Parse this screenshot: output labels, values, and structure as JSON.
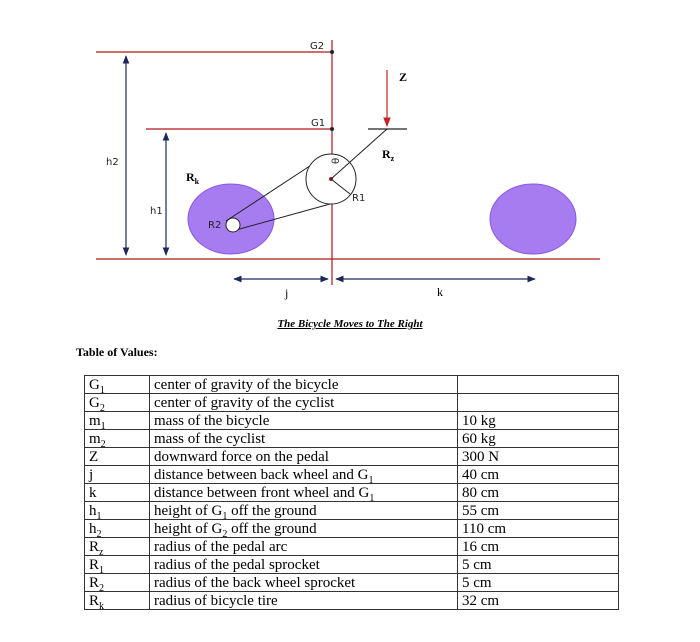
{
  "diagram": {
    "labels": {
      "G2": "G2",
      "G1": "G1",
      "Z": "Z",
      "Rz_main": "R",
      "Rz_sub": "z",
      "h2": "h2",
      "h1": "h1",
      "Rk_main": "R",
      "Rk_sub": "k",
      "R1": "R1",
      "R2": "R2",
      "theta": "θ",
      "j": "j",
      "k": "k"
    },
    "colors": {
      "guide_line": "#b01818",
      "wheel_fill": "#a77cf0",
      "wheel_stroke": "#8a55e6",
      "arrow": "#1a2b5a",
      "force_arrow": "#cc2222"
    }
  },
  "caption": "The Bicycle Moves to The Right",
  "table_heading": "Table of Values:",
  "table_rows": [
    {
      "sym": "G",
      "sub": "1",
      "desc_pre": "center of gravity of the bicycle",
      "desc_sub": "",
      "desc_post": "",
      "value": ""
    },
    {
      "sym": "G",
      "sub": "2",
      "desc_pre": "center of gravity of the cyclist",
      "desc_sub": "",
      "desc_post": "",
      "value": ""
    },
    {
      "sym": "m",
      "sub": "1",
      "desc_pre": "mass of the bicycle",
      "desc_sub": "",
      "desc_post": "",
      "value": "10 kg"
    },
    {
      "sym": "m",
      "sub": "2",
      "desc_pre": "mass of the cyclist",
      "desc_sub": "",
      "desc_post": "",
      "value": "60 kg"
    },
    {
      "sym": "Z",
      "sub": "",
      "desc_pre": "downward force on the pedal",
      "desc_sub": "",
      "desc_post": "",
      "value": "300 N"
    },
    {
      "sym": "j",
      "sub": "",
      "desc_pre": "distance between back wheel and G",
      "desc_sub": "1",
      "desc_post": "",
      "value": "40 cm"
    },
    {
      "sym": "k",
      "sub": "",
      "desc_pre": "distance between front wheel and G",
      "desc_sub": "1",
      "desc_post": "",
      "value": "80 cm"
    },
    {
      "sym": "h",
      "sub": "1",
      "desc_pre": "height of G",
      "desc_sub": "1",
      "desc_post": " off the ground",
      "value": "55 cm"
    },
    {
      "sym": "h",
      "sub": "2",
      "desc_pre": "height of G",
      "desc_sub": "2",
      "desc_post": " off the ground",
      "value": "110 cm"
    },
    {
      "sym": "R",
      "sub": "z",
      "desc_pre": "radius of the pedal arc",
      "desc_sub": "",
      "desc_post": "",
      "value": "16 cm"
    },
    {
      "sym": "R",
      "sub": "1",
      "desc_pre": "radius of the pedal sprocket",
      "desc_sub": "",
      "desc_post": "",
      "value": "5 cm"
    },
    {
      "sym": "R",
      "sub": "2",
      "desc_pre": "radius of the back wheel sprocket",
      "desc_sub": "",
      "desc_post": "",
      "value": "5 cm"
    },
    {
      "sym": "R",
      "sub": "k",
      "desc_pre": "radius of bicycle tire",
      "desc_sub": "",
      "desc_post": "",
      "value": "32 cm"
    }
  ]
}
